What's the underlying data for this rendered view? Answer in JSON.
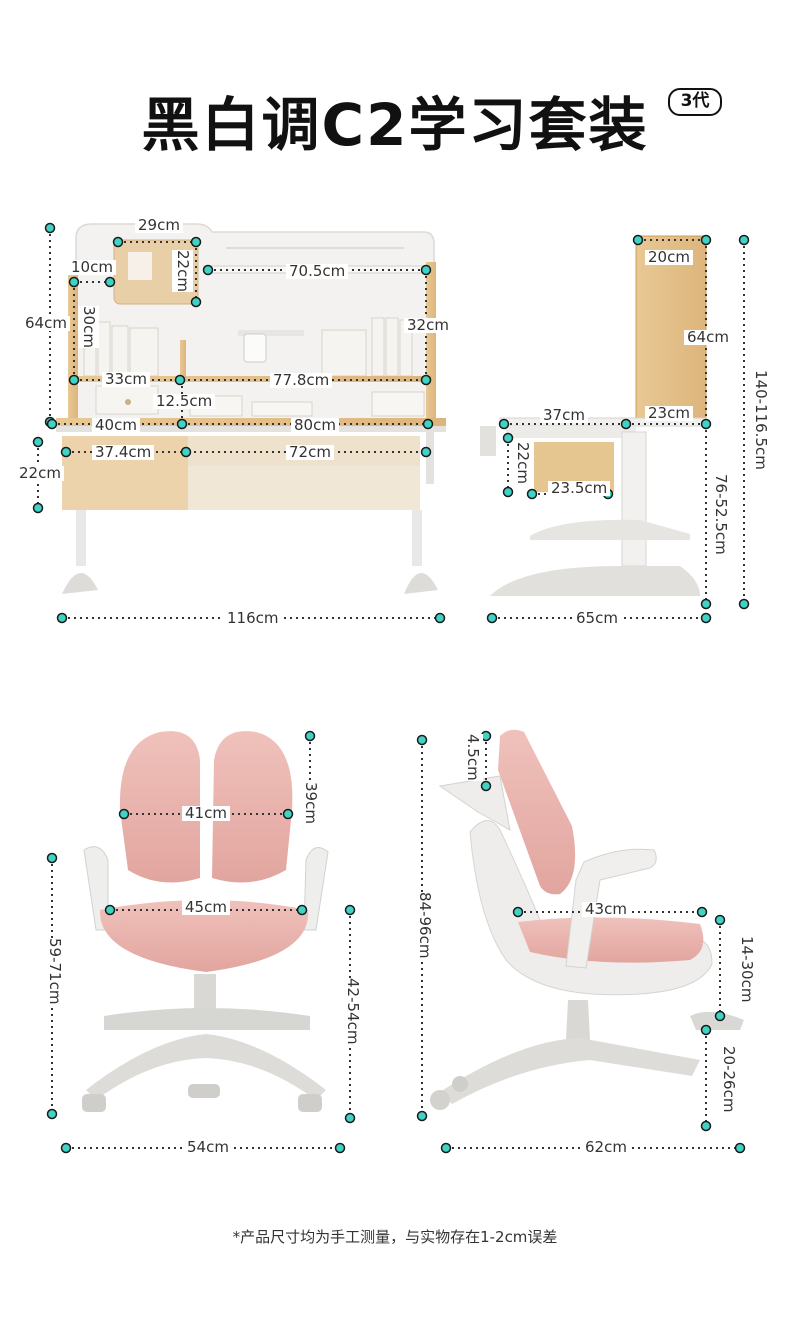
{
  "title": {
    "main": "黑白调C2学习套装",
    "badge": "3代"
  },
  "desk_front": {
    "shelf_width": "29cm",
    "side_gap": "10cm",
    "board_height": "22cm",
    "top_shelf": "70.5cm",
    "hutch_height": "64cm",
    "left_bay_height": "30cm",
    "right_bay_height": "32cm",
    "left_shelf": "33cm",
    "middle_shelf": "77.8cm",
    "small_gap": "12.5cm",
    "left_depth": "40cm",
    "desk_width_top": "80cm",
    "drawer_height": "22cm",
    "left_drawer": "37.4cm",
    "right_drawer": "72cm",
    "total_width": "116cm"
  },
  "desk_side": {
    "hutch_depth": "20cm",
    "hutch_height": "64cm",
    "total_height": "140-116.5cm",
    "desk_depth": "37cm",
    "hutch_offset": "23cm",
    "drawer_height": "22cm",
    "drawer_depth": "23.5cm",
    "desk_height": "76-52.5cm",
    "base_depth": "65cm"
  },
  "chair_front": {
    "back_width": "41cm",
    "back_height": "39cm",
    "seat_width": "45cm",
    "armrest_height": "59-71cm",
    "seat_height": "42-54cm",
    "base_width": "54cm"
  },
  "chair_side": {
    "headrest_gap": "4.5cm",
    "total_height": "84-96cm",
    "seat_depth": "43cm",
    "armrest_range": "14-30cm",
    "footrest_height": "20-26cm",
    "base_depth": "62cm"
  },
  "footnote": "*产品尺寸均为手工测量，与实物存在1-2cm误差",
  "colors": {
    "wood": "#e3c18f",
    "wood_dark": "#c98f3c",
    "white_panel": "#f2f1ef",
    "grey_frame": "#d6d6d4",
    "chair_pink": "#eab3ad",
    "marker": "#3fd3c6",
    "dot_line": "#333333"
  }
}
